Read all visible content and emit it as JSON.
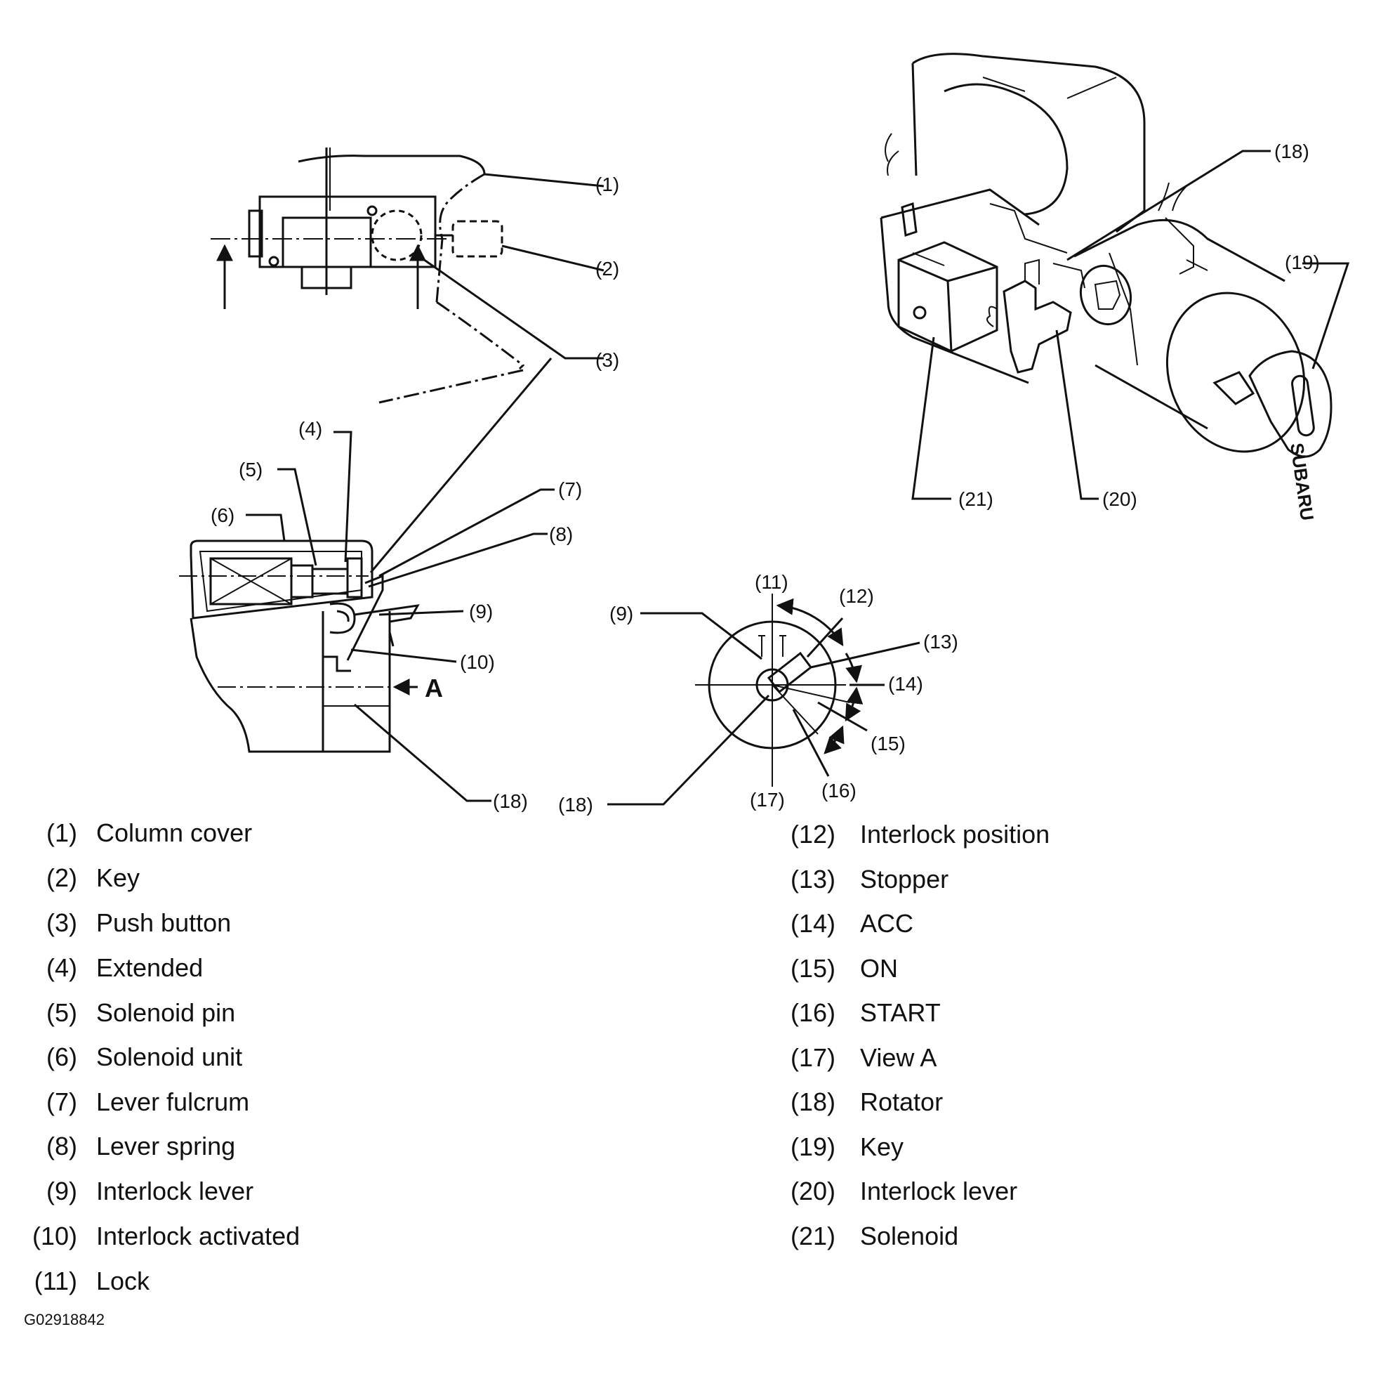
{
  "callouts": {
    "top_left": [
      "(1)",
      "(2)",
      "(3)",
      "(4)",
      "(5)",
      "(6)",
      "(7)",
      "(8)",
      "(9)",
      "(10)",
      "(18)"
    ],
    "view_a_marker": "A",
    "dial": [
      "(9)",
      "(11)",
      "(12)",
      "(13)",
      "(14)",
      "(15)",
      "(16)",
      "(17)",
      "(18)"
    ],
    "assembly": [
      "(18)",
      "(19)",
      "(20)",
      "(21)"
    ],
    "key_brand": "SUBARU"
  },
  "legend": {
    "left": [
      {
        "num": "(1)",
        "label": "Column cover"
      },
      {
        "num": "(2)",
        "label": "Key"
      },
      {
        "num": "(3)",
        "label": "Push button"
      },
      {
        "num": "(4)",
        "label": "Extended"
      },
      {
        "num": "(5)",
        "label": "Solenoid pin"
      },
      {
        "num": "(6)",
        "label": "Solenoid unit"
      },
      {
        "num": "(7)",
        "label": "Lever fulcrum"
      },
      {
        "num": "(8)",
        "label": "Lever spring"
      },
      {
        "num": "(9)",
        "label": "Interlock lever"
      },
      {
        "num": "(10)",
        "label": "Interlock activated"
      },
      {
        "num": "(11)",
        "label": "Lock"
      }
    ],
    "right": [
      {
        "num": "(12)",
        "label": "Interlock position"
      },
      {
        "num": "(13)",
        "label": "Stopper"
      },
      {
        "num": "(14)",
        "label": "ACC"
      },
      {
        "num": "(15)",
        "label": "ON"
      },
      {
        "num": "(16)",
        "label": "START"
      },
      {
        "num": "(17)",
        "label": "View A"
      },
      {
        "num": "(18)",
        "label": "Rotator"
      },
      {
        "num": "(19)",
        "label": "Key"
      },
      {
        "num": "(20)",
        "label": "Interlock lever"
      },
      {
        "num": "(21)",
        "label": "Solenoid"
      }
    ]
  },
  "figure_id": "G02918842"
}
